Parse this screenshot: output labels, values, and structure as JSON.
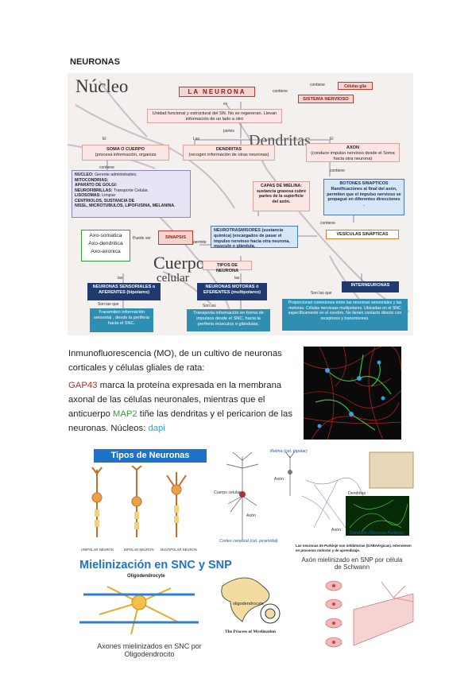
{
  "page": {
    "heading": "NEURONAS"
  },
  "concept_map": {
    "bg_words": {
      "nucleo": "Núcleo",
      "dendritas": "Dendritas",
      "cuerpo": "Cuerpo",
      "celular": "celular"
    },
    "title": "LA NEURONA",
    "contiene_top": "contiene",
    "celulas_glia": "Células glia",
    "sistema_nervioso": "SISTEMA NERVIOSO",
    "es": "es",
    "definicion": "Unidad funcional y estructural del SN. No se regeneran. Llevan información de un lado a otro",
    "partes": "partes",
    "el_left": "El",
    "las": "Las",
    "el_right": "El",
    "soma": {
      "title": "SOMA O CUERPO",
      "desc": "(procesa información, organiza"
    },
    "dendritas": {
      "title": "DENDRITAS",
      "desc": "(recogen información de otras neuronas)"
    },
    "axon": {
      "title": "AXON",
      "desc": "(conduce impulso nervioso desde el Soma hacia otra neurona)"
    },
    "contiene_left": "contiene",
    "contiene_mid": "contiene",
    "contenido": [
      {
        "k": "NUCLEO:",
        "v": " Gerente administrativo."
      },
      {
        "k": "MITOCONDRIAS:",
        "v": ""
      },
      {
        "k": "APARATO DE GOLGI:",
        "v": ""
      },
      {
        "k": "NEUROFIBRILLAS:",
        "v": " Transporte Celular."
      },
      {
        "k": "LISOSOMAS:",
        "v": " Limpiar"
      },
      {
        "k": "CENTRIOLOS, SUSTANCIA DE",
        "v": ""
      },
      {
        "k": "NISSL, MICROTUBULOS, LIPOFUSINA, MELANINA.",
        "v": ""
      }
    ],
    "mielina": "CAPAS DE MIELINA: sustancia grasosa cubre partes de la superficie del axón.",
    "botones": "BOTONES SINAPTICOS Ramificaciones al final del axón, permiten que el impulso nervioso se propagué en diferentes direcciones .",
    "contiene_right": "contiene",
    "vesiculas": "VESÍCULAS SINÁPTICAS",
    "neurotrasmisores": "NEUROTRASMISORES (sustancia química) (encargados de pasar el impulso nervioso hacia otra neurona, musculo o glándula.",
    "permite": "permite",
    "tipos_sinapsis": [
      "Axo-somatica",
      "Axo-dendritica",
      "Axo-axonica"
    ],
    "puede_ser": "Puede ser",
    "sinapsis": "SINAPSIS",
    "tipos_neurona": "TIPOS DE NEURONA",
    "las2": "las",
    "las3": "las",
    "son_las_que": "Son las que",
    "sensoriales": "NEURONAS SENSORIALES o AFERENTES (bipolares)",
    "motoras": "NEURONAS MOTORAS ó EFERENTES (multipolares)",
    "interneuronas": "INTERNEURONAS",
    "son_las_que_1": "Son las que",
    "son_las_2": "Son las",
    "transmiten": "Transmiten información sensorial , desde la periferia hacia el SNC.",
    "transporta": "Transporta información en forma de impulsos desde el SNC, hacia la periferia músculos o glándulas.",
    "proporcionan": "Proporcionan conexiones entre las neuronas sensoriales y las motoras. Células nerviosas multipolares. Ubicadas en el SNC específicamente en el cerebro. No tienen contacto directo con receptores y transmisores."
  },
  "immuno": {
    "line1": "Inmunofluorescencia (MO), de un cultivo de neuronas corticales y células gliales de rata:",
    "gap43": "GAP43",
    "text1": " marca la proteína expresada en la membrana axonal de las células neuronales, mientras que el anticuerpo ",
    "map2": "MAP2",
    "text2": " tiñe las dendritas y el pericarion de las neuronas. Núcleos: ",
    "dapi": "dapi"
  },
  "tipos": {
    "title": "Tipos de Neuronas",
    "captions": [
      "UNIPOLAR NEURON",
      "BIPOLAR NEURON",
      "MULTIPOLAR NEURON"
    ]
  },
  "pyramidal": {
    "cuerpo_celular": "Cuerpo celular",
    "axon": "Axón",
    "cortex": "Cortex cerebral (cel. piramidal)",
    "retina": "Retina (cel. bipolar)",
    "axon2": "Axón",
    "dendritas": "Dendritas",
    "axon3": "Axón",
    "cerebelo": "Cerebelo (Neurona Purkinje)",
    "blurb": "Las neuronas de Purkinje son inhibitorias (GABAérgicas). Intervienen en procesos motores y de aprendizaje."
  },
  "myelin": {
    "title": "Mielinización en SNC y SNP",
    "oligo_label": "Oligodendrocyte",
    "caption_snc": "Axones mielinizados en SNC por Oligodendrocito",
    "oligo2": "oligodendrocyte",
    "process": "The Process of Myelination",
    "caption_snp": "Axón mielinizado en SNP por célula de Schwann"
  }
}
